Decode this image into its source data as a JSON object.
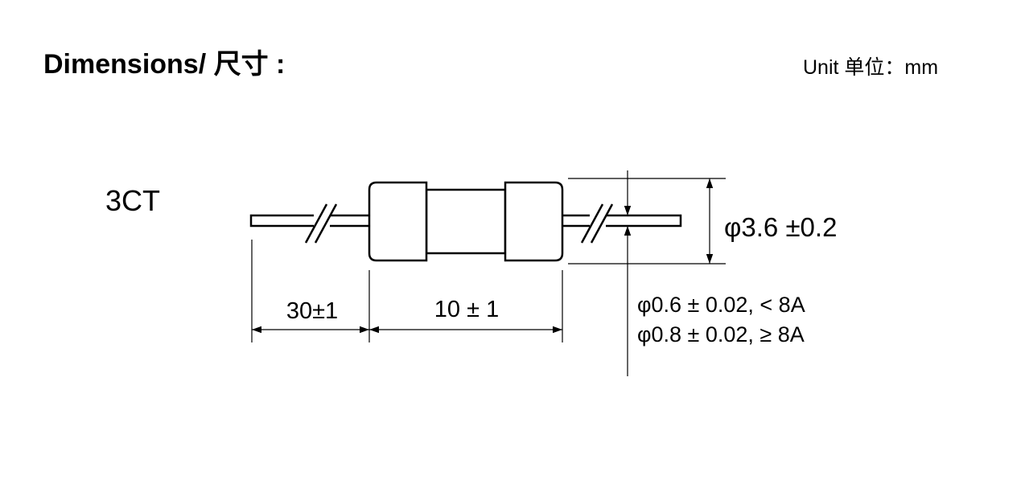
{
  "header": {
    "title": "Dimensions/ 尺寸 :",
    "unit": "Unit 单位：mm"
  },
  "diagram": {
    "model": "3CT",
    "dim_lead_length": "30±1",
    "dim_body_length": "10 ± 1",
    "dim_diameter": "φ3.6 ±0.2",
    "wire_spec_1": "φ0.6 ± 0.02, < 8A",
    "wire_spec_2": "φ0.8 ± 0.02, ≥ 8A"
  }
}
